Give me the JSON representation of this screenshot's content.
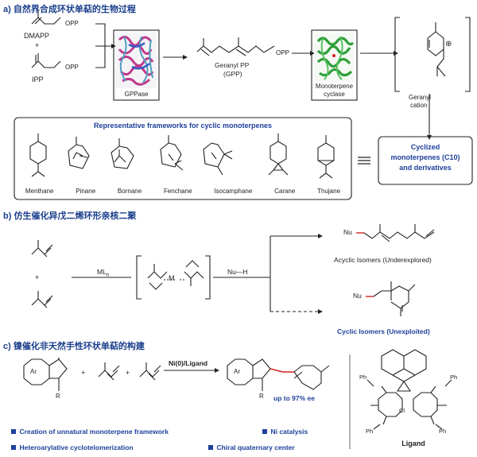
{
  "section_a": {
    "title": "a) 自然界合成环状单萜的生物过程",
    "dmapp": "DMAPP",
    "plus": "+",
    "ipp": "IPP",
    "opp": "OPP",
    "gppase": "GPPase",
    "geranyl_pp": "Geranyl PP",
    "gpp": "(GPP)",
    "cyclase_line1": "Monoterpene",
    "cyclase_line2": "cyclase",
    "cation_line1": "Geranyl",
    "cation_line2": "cation",
    "cation_charge": "⊕",
    "frameworks_title": "Representative frameworks for cyclic monoterpenes",
    "frameworks": [
      "Menthane",
      "Pinane",
      "Bornane",
      "Fenchane",
      "Isocamphane",
      "Carane",
      "Thujane"
    ],
    "equiv": "≡",
    "cyclized_line1": "Cyclized",
    "cyclized_line2": "monoterpenes  (C10)",
    "cyclized_line3": "and derivatives"
  },
  "section_b": {
    "title": "b) 仿生催化异戊二烯环形亲核二聚",
    "plus": "+",
    "mln": "ML",
    "mln_sub": "n",
    "metal": "M",
    "nu_h": "Nu—H",
    "nu": "Nu",
    "acyclic": "Acyclic Isomers (Underexplored)",
    "cyclic": "Cyclic Isomers (Unexploited)"
  },
  "section_c": {
    "title": "c) 镍催化非天然手性环状单萜的构建",
    "ar": "Ar",
    "r": "R",
    "plus": "+",
    "catalyst": "Ni(0)/Ligand",
    "ee": "up to 97% ee",
    "ligand": "Ligand",
    "ph": "Ph",
    "cl": "Cl",
    "bullets": [
      "Creation of unnatural monoterpene framework",
      "Ni catalysis",
      "Heteroarylative cyclotelomerization",
      "Chiral quaternary center"
    ]
  },
  "colors": {
    "accent": "#1d3f9a",
    "red": "#d62020",
    "protein_green": "#2e9e3a",
    "protein_magenta": "#c0398d"
  }
}
